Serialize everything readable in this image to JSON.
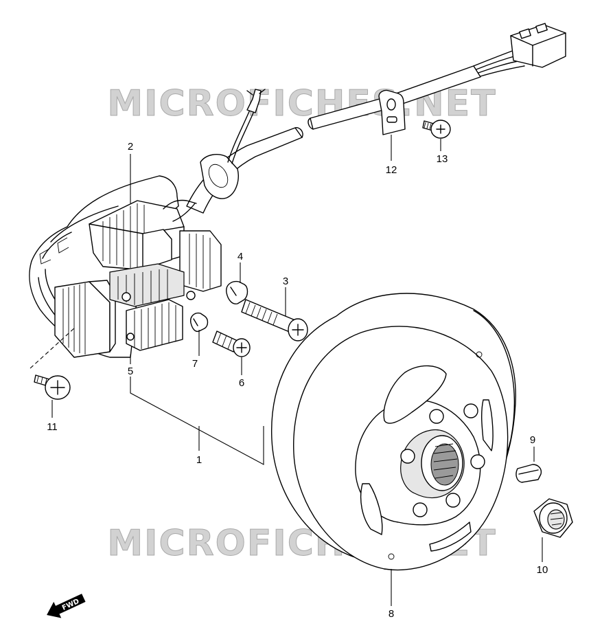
{
  "watermarks": {
    "top": "MICROFICHES.NET",
    "bottom": "MICROFICHES.NET"
  },
  "orientation_label": "FWD",
  "callouts": {
    "stator_assembly": "1",
    "stator_coil": "2",
    "screw_long": "3",
    "washer_upper": "4",
    "pickup_coil": "5",
    "screw_short": "6",
    "washer_lower": "7",
    "rotor": "8",
    "key": "9",
    "nut": "10",
    "clamp_screw": "11",
    "wire_clamp": "12",
    "clamp_bolt": "13"
  }
}
